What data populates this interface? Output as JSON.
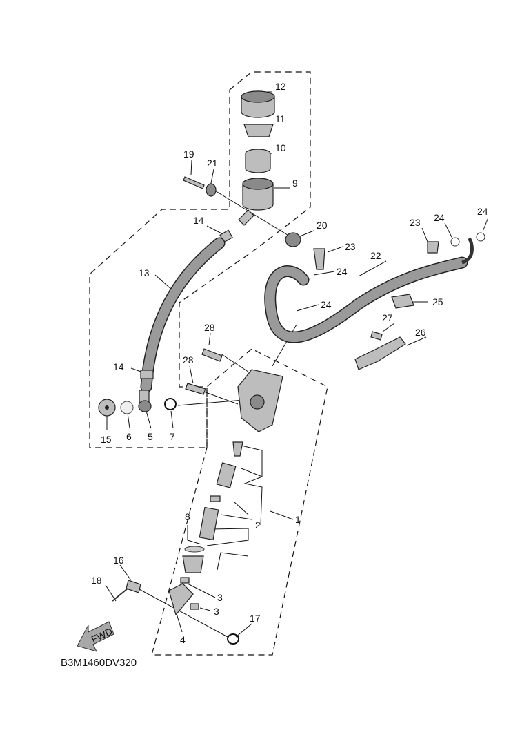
{
  "diagram_code": "B3M1460DV320",
  "fwd_label": "FWD",
  "callouts": [
    "12",
    "11",
    "10",
    "9",
    "19",
    "21",
    "20",
    "14",
    "13",
    "23",
    "24",
    "22",
    "24",
    "23",
    "24",
    "24",
    "25",
    "27",
    "26",
    "28",
    "28",
    "14",
    "15",
    "6",
    "5",
    "7",
    "8",
    "2",
    "1",
    "16",
    "18",
    "3",
    "3",
    "4",
    "17"
  ]
}
